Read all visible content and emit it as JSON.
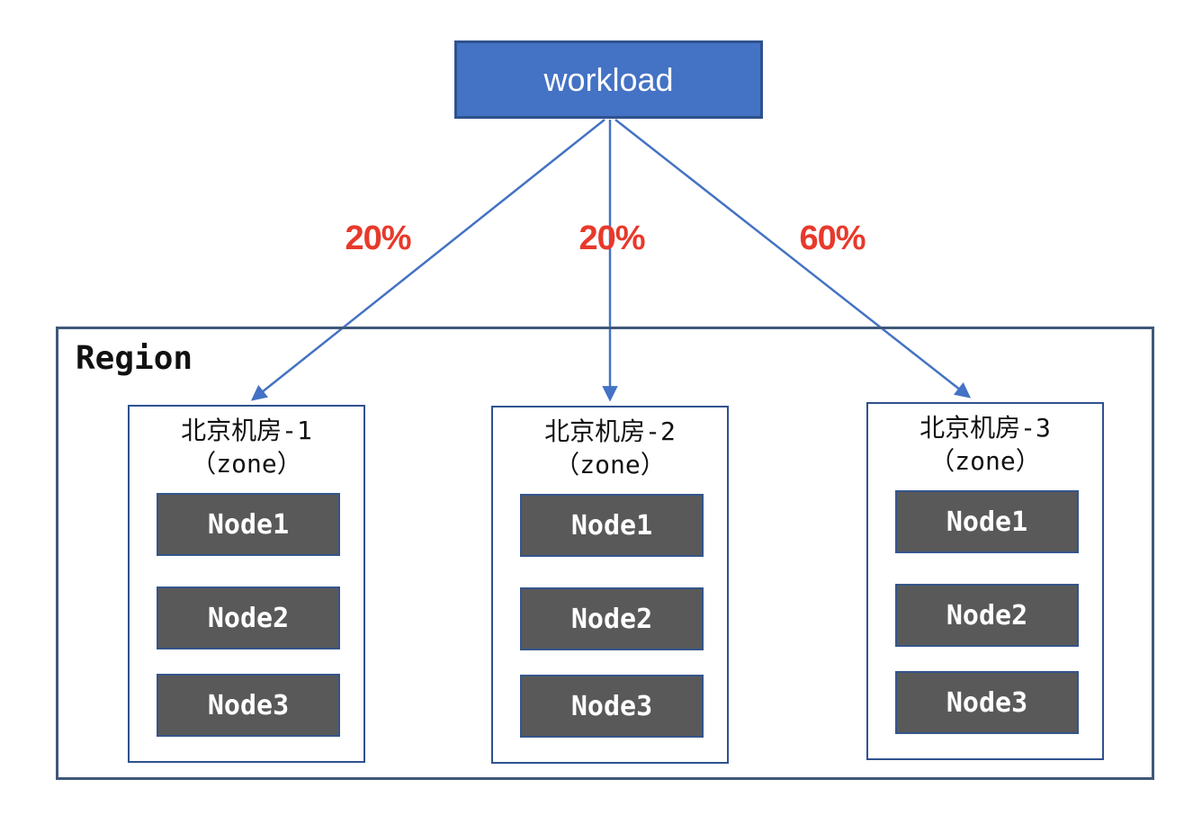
{
  "diagram": {
    "workload_label": "workload",
    "region_label": "Region",
    "traffic_splits": [
      "20%",
      "20%",
      "60%"
    ],
    "zones": [
      {
        "name": "北京机房-1",
        "type_label": "（zone）",
        "nodes": [
          "Node1",
          "Node2",
          "Node3"
        ]
      },
      {
        "name": "北京机房-2",
        "type_label": "（zone）",
        "nodes": [
          "Node1",
          "Node2",
          "Node3"
        ]
      },
      {
        "name": "北京机房-3",
        "type_label": "（zone）",
        "nodes": [
          "Node1",
          "Node2",
          "Node3"
        ]
      }
    ],
    "colors": {
      "workload_fill": "#4472C4",
      "workload_border": "#2F528F",
      "arrow": "#4472C4",
      "percent_text": "#E8392B",
      "region_border": "#3F5878",
      "zone_border": "#2F528F",
      "node_fill": "#595959",
      "node_border": "#34558B",
      "node_text": "#FFFFFF"
    }
  }
}
